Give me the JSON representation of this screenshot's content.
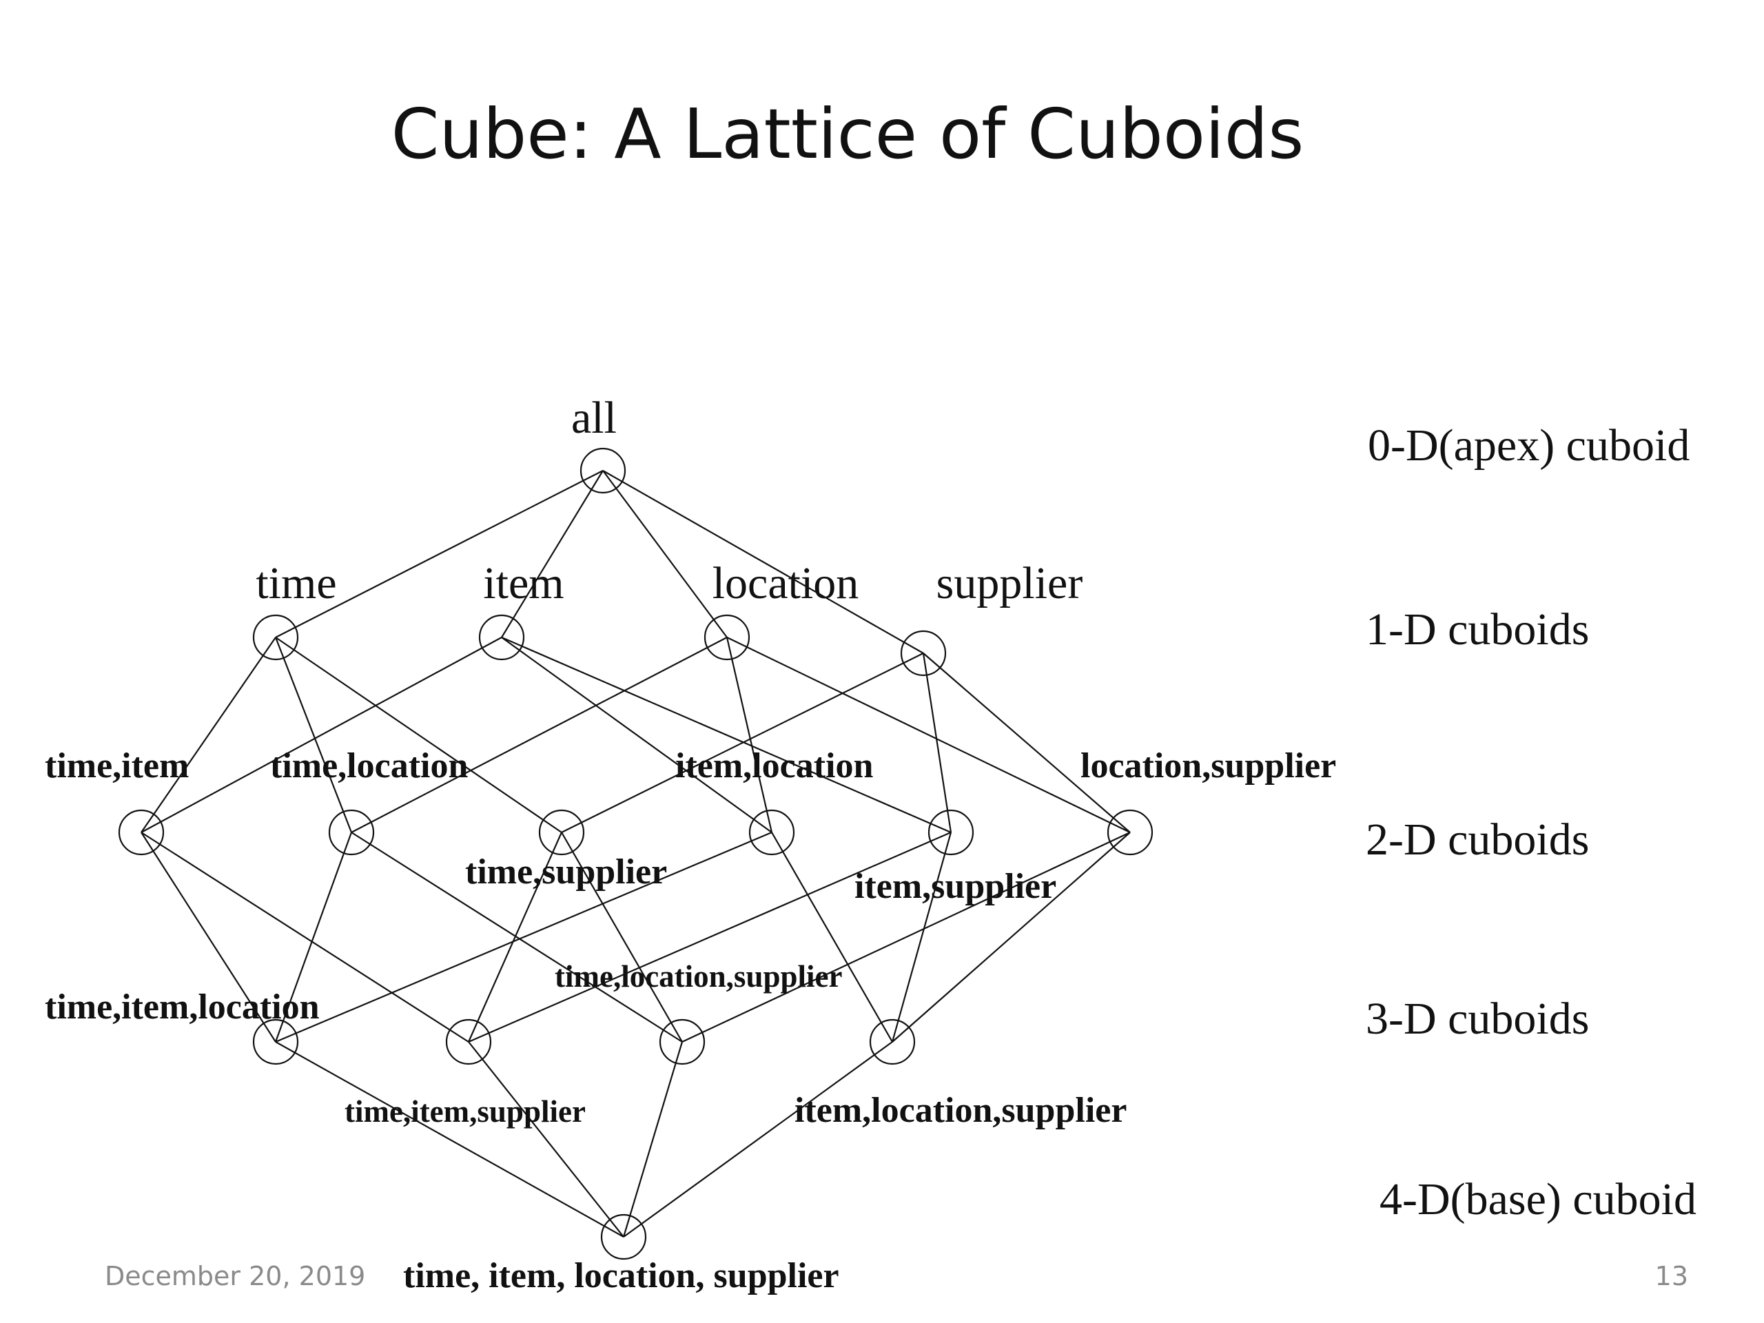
{
  "slide": {
    "title": "Cube: A Lattice of Cuboids",
    "date": "December 20, 2019",
    "page_number": "13"
  },
  "levels": [
    {
      "id": "0d",
      "label": "0-D(apex) cuboid"
    },
    {
      "id": "1d",
      "label": "1-D cuboids"
    },
    {
      "id": "2d",
      "label": "2-D cuboids"
    },
    {
      "id": "3d",
      "label": "3-D cuboids"
    },
    {
      "id": "4d",
      "label": "4-D(base) cuboid"
    }
  ],
  "nodes": [
    {
      "id": "all",
      "label": "all",
      "level": 0
    },
    {
      "id": "time",
      "label": "time",
      "level": 1
    },
    {
      "id": "item",
      "label": "item",
      "level": 1
    },
    {
      "id": "location",
      "label": "location",
      "level": 1
    },
    {
      "id": "supplier",
      "label": "supplier",
      "level": 1
    },
    {
      "id": "time_item",
      "label": "time,item",
      "level": 2
    },
    {
      "id": "time_location",
      "label": "time,location",
      "level": 2
    },
    {
      "id": "time_supplier",
      "label": "time,supplier",
      "level": 2
    },
    {
      "id": "item_location",
      "label": "item,location",
      "level": 2
    },
    {
      "id": "item_supplier",
      "label": "item,supplier",
      "level": 2
    },
    {
      "id": "location_supplier",
      "label": "location,supplier",
      "level": 2
    },
    {
      "id": "time_item_location",
      "label": "time,item,location",
      "level": 3
    },
    {
      "id": "time_item_supplier",
      "label": "time,item,supplier",
      "level": 3
    },
    {
      "id": "time_location_supplier",
      "label": "time,location,supplier",
      "level": 3
    },
    {
      "id": "item_location_supplier",
      "label": "item,location,supplier",
      "level": 3
    },
    {
      "id": "base",
      "label": "time, item, location, supplier",
      "level": 4
    }
  ],
  "edges": [
    [
      "all",
      "time"
    ],
    [
      "all",
      "item"
    ],
    [
      "all",
      "location"
    ],
    [
      "all",
      "supplier"
    ],
    [
      "time",
      "time_item"
    ],
    [
      "time",
      "time_location"
    ],
    [
      "time",
      "time_supplier"
    ],
    [
      "item",
      "time_item"
    ],
    [
      "item",
      "item_location"
    ],
    [
      "item",
      "item_supplier"
    ],
    [
      "location",
      "time_location"
    ],
    [
      "location",
      "item_location"
    ],
    [
      "location",
      "location_supplier"
    ],
    [
      "supplier",
      "time_supplier"
    ],
    [
      "supplier",
      "item_supplier"
    ],
    [
      "supplier",
      "location_supplier"
    ],
    [
      "time_item",
      "time_item_location"
    ],
    [
      "time_item",
      "time_item_supplier"
    ],
    [
      "time_location",
      "time_item_location"
    ],
    [
      "time_location",
      "time_location_supplier"
    ],
    [
      "time_supplier",
      "time_item_supplier"
    ],
    [
      "time_supplier",
      "time_location_supplier"
    ],
    [
      "item_location",
      "time_item_location"
    ],
    [
      "item_location",
      "item_location_supplier"
    ],
    [
      "item_supplier",
      "time_item_supplier"
    ],
    [
      "item_supplier",
      "item_location_supplier"
    ],
    [
      "location_supplier",
      "time_location_supplier"
    ],
    [
      "location_supplier",
      "item_location_supplier"
    ],
    [
      "time_item_location",
      "base"
    ],
    [
      "time_item_supplier",
      "base"
    ],
    [
      "time_location_supplier",
      "base"
    ],
    [
      "item_location_supplier",
      "base"
    ]
  ]
}
